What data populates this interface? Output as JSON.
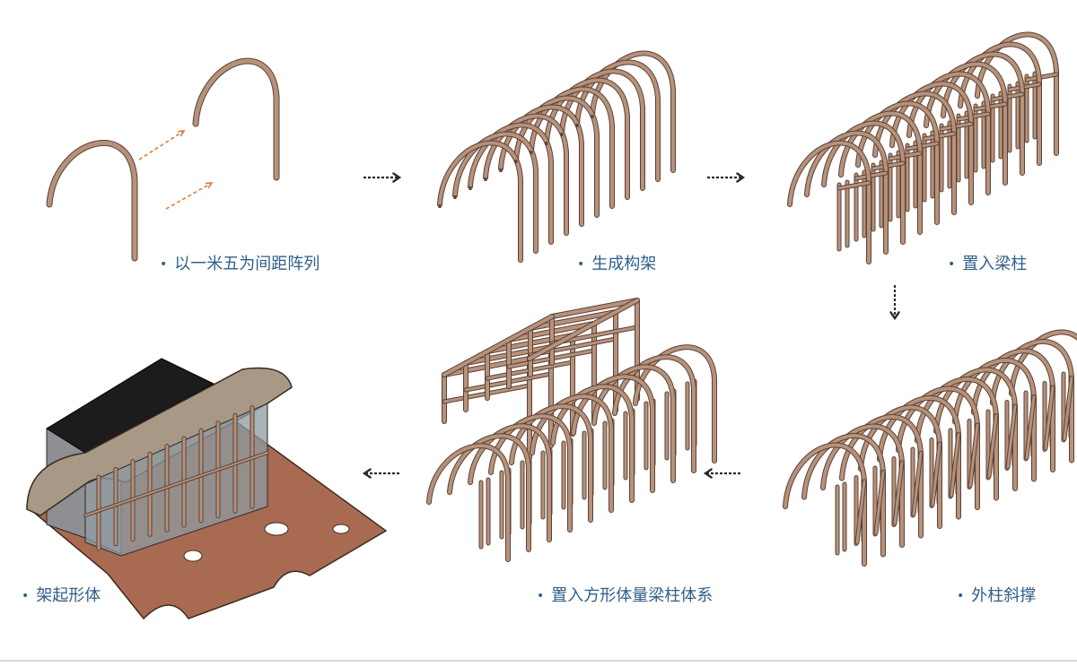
{
  "steps": [
    {
      "id": "array",
      "label": "以一米五为间距阵列"
    },
    {
      "id": "frame",
      "label": "生成构架"
    },
    {
      "id": "beams",
      "label": "置入梁柱"
    },
    {
      "id": "braces",
      "label": "外柱斜撑"
    },
    {
      "id": "volume",
      "label": "置入方形体量梁柱体系"
    },
    {
      "id": "form",
      "label": "架起形体"
    }
  ],
  "colors": {
    "label": "#2f5f8a",
    "wood": "#b7927b",
    "wood_edge": "#5a4236",
    "arrow": "#2b2b2b",
    "array_arrow": "#e07a3a",
    "ground": "#a86b52",
    "roof": "#a89886",
    "stone": "#8d8f92",
    "black_roof": "#1c1c1c"
  },
  "bullet": "•"
}
